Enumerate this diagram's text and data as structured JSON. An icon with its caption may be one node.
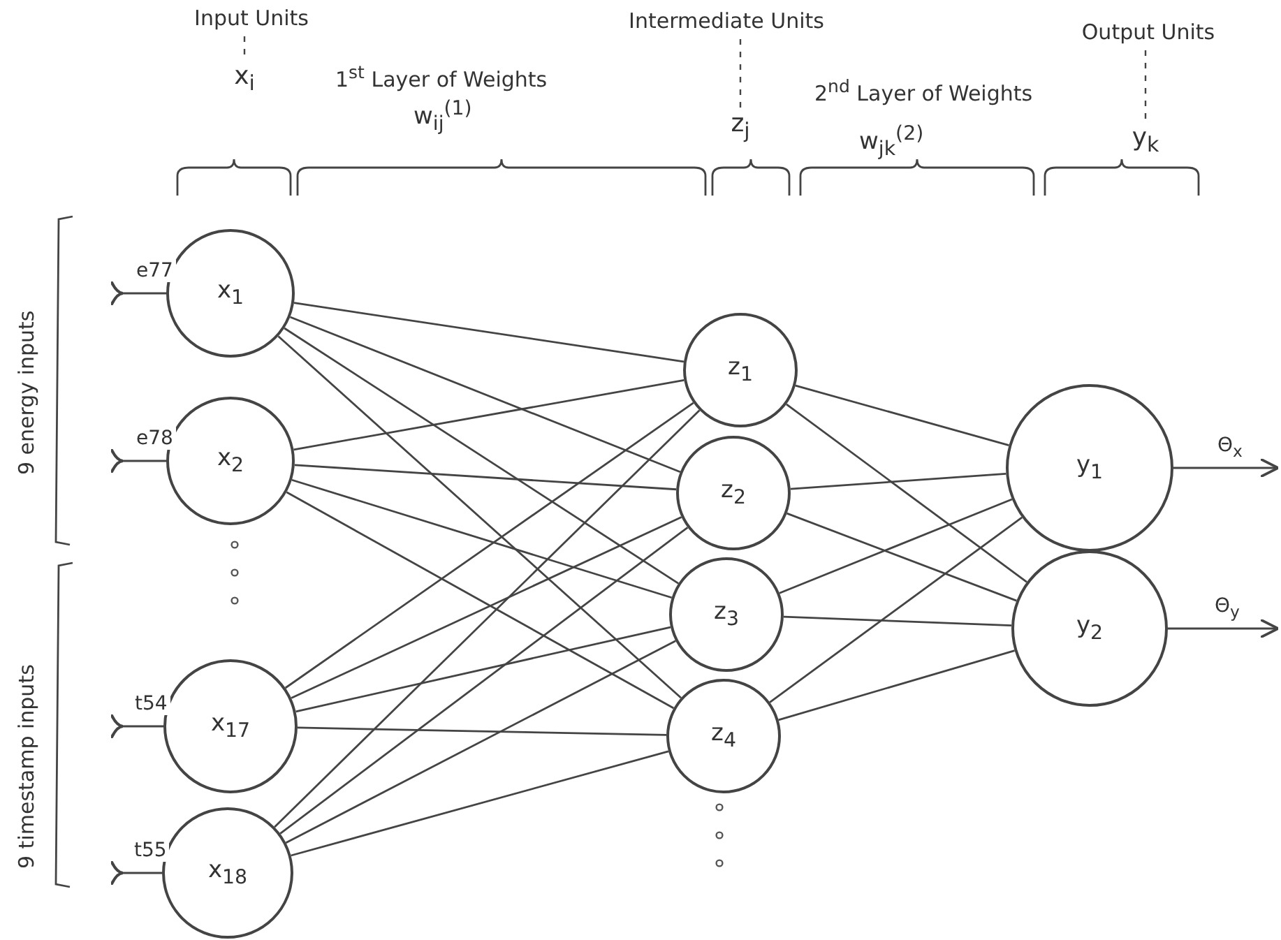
{
  "diagram": {
    "nodes": [
      {
        "text": [
          "x$_{1}$"
        ]
      },
      {
        "text": [
          "x$_{2}$"
        ]
      },
      {
        "text": [
          "x$_{17}$"
        ]
      },
      {
        "text": [
          "x$_{18}$"
        ]
      },
      {
        "text": [
          "z$_{1}$"
        ]
      },
      {
        "text": [
          "z$_{2}$"
        ]
      },
      {
        "text": [
          "z$_{3}$"
        ]
      },
      {
        "text": [
          "z$_{4}$"
        ]
      },
      {
        "text": [
          "y$_{1}$"
        ]
      },
      {
        "text": [
          "y$_{2}$"
        ]
      },
      {
        "text": [
          "Input Units"
        ]
      },
      {
        "text": [
          "x$_{i}$"
        ]
      },
      {
        "text": [
          "Intermediate Units"
        ]
      },
      {
        "text": [
          "z$_{j}$"
        ]
      },
      {
        "text": [
          "Output Units"
        ]
      },
      {
        "text": [
          "y$_{k}$"
        ]
      }
    ],
    "edges": [
      {
        "from": null,
        "to": 0,
        "arrow": "other",
        "label": "e77"
      },
      {
        "from": null,
        "to": 1,
        "arrow": "other",
        "label": "e78"
      },
      {
        "from": null,
        "to": 2,
        "arrow": "other",
        "label": "t54"
      },
      {
        "from": null,
        "to": 3,
        "arrow": "other",
        "label": "t55"
      },
      {
        "from": 0,
        "to": 4,
        "arrow": "none"
      },
      {
        "from": 0,
        "to": 5,
        "arrow": "none"
      },
      {
        "from": 0,
        "to": 6,
        "arrow": "none"
      },
      {
        "from": 0,
        "to": 7,
        "arrow": "none"
      },
      {
        "from": 1,
        "to": 4,
        "arrow": "none"
      },
      {
        "from": 1,
        "to": 5,
        "arrow": "none"
      },
      {
        "from": 1,
        "to": 6,
        "arrow": "none"
      },
      {
        "from": 1,
        "to": 7,
        "arrow": "none"
      },
      {
        "from": 2,
        "to": 4,
        "arrow": "none"
      },
      {
        "from": 2,
        "to": 5,
        "arrow": "none"
      },
      {
        "from": 2,
        "to": 6,
        "arrow": "none"
      },
      {
        "from": 2,
        "to": 7,
        "arrow": "none"
      },
      {
        "from": 3,
        "to": 4,
        "arrow": "none"
      },
      {
        "from": 3,
        "to": 5,
        "arrow": "none"
      },
      {
        "from": 3,
        "to": 6,
        "arrow": "none"
      },
      {
        "from": 3,
        "to": 7,
        "arrow": "none"
      },
      {
        "from": 4,
        "to": 8,
        "arrow": "none"
      },
      {
        "from": 4,
        "to": 9,
        "arrow": "none"
      },
      {
        "from": 5,
        "to": 8,
        "arrow": "none"
      },
      {
        "from": 5,
        "to": 9,
        "arrow": "none"
      },
      {
        "from": 6,
        "to": 8,
        "arrow": "none"
      },
      {
        "from": 6,
        "to": 9,
        "arrow": "none"
      },
      {
        "from": 7,
        "to": 8,
        "arrow": "none"
      },
      {
        "from": 7,
        "to": 9,
        "arrow": "none"
      },
      {
        "from": 8,
        "to": null,
        "arrow": "to",
        "label": "Θ$_{x}$"
      },
      {
        "from": 9,
        "to": null,
        "arrow": "to",
        "label": "Θ$_{y}$"
      },
      {
        "from": 10,
        "to": 11,
        "arrow": "none",
        "style": "dashed"
      },
      {
        "from": 12,
        "to": 13,
        "arrow": "none",
        "style": "dashed"
      },
      {
        "from": 14,
        "to": 15,
        "arrow": "none",
        "style": "dashed"
      }
    ],
    "labels": [
      "1$^{st}$ Layer of Weights",
      "w$_{ij}$$^{(1)}$",
      "2$^{nd}$ Layer of Weights",
      "w$_{jk}$$^{(2)}$",
      "9 energy inputs",
      "9 timestamp inputs"
    ]
  }
}
